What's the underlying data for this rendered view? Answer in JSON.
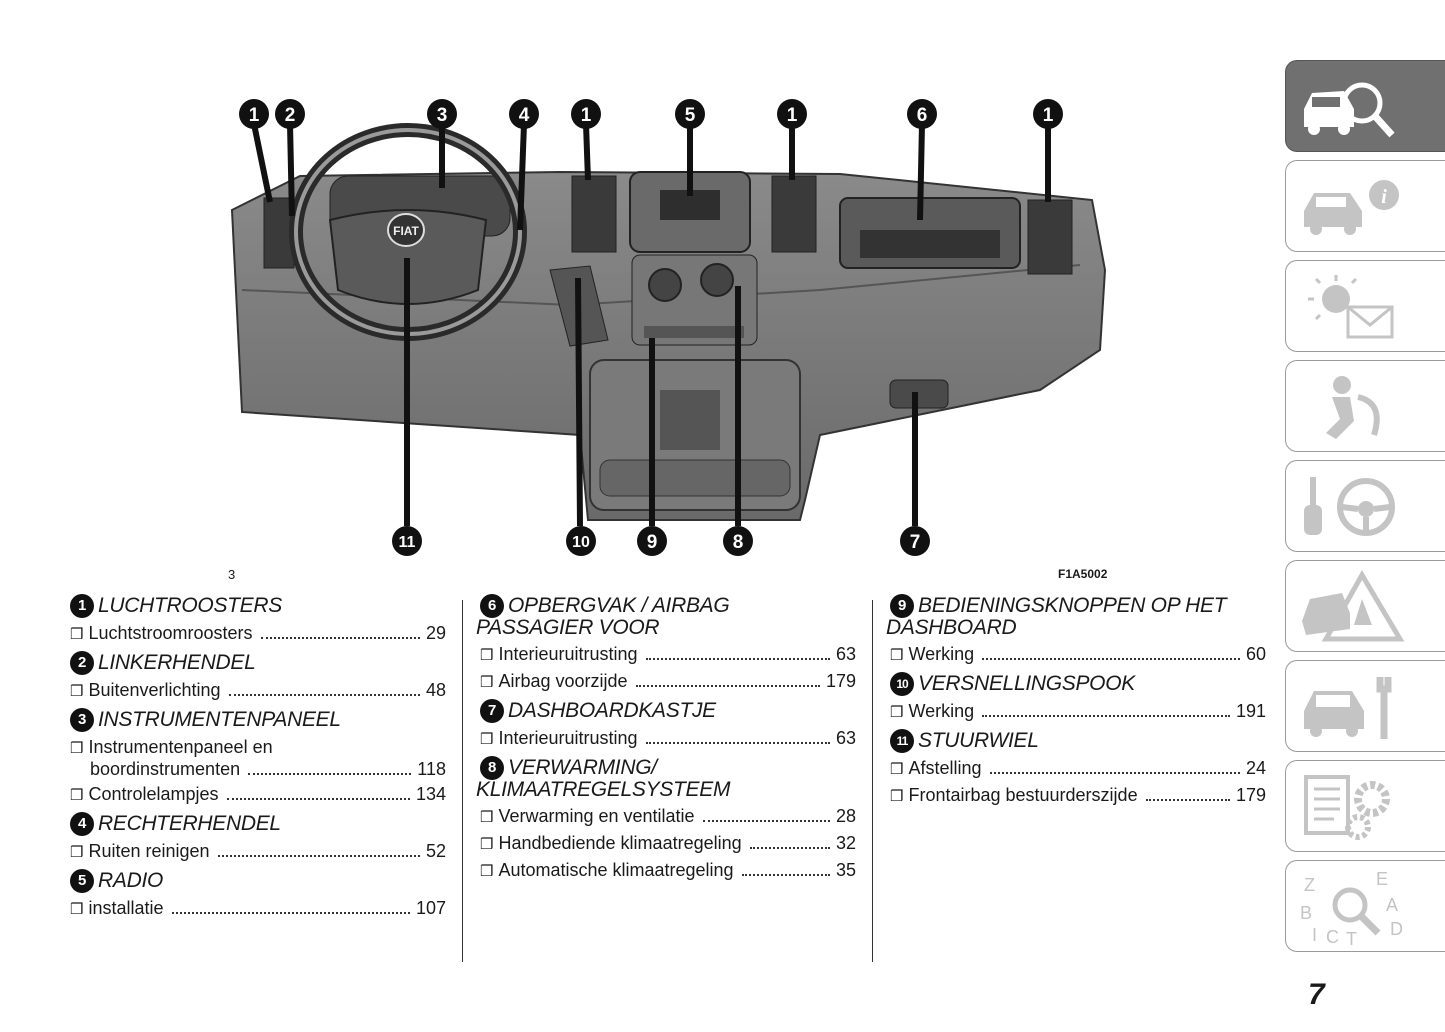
{
  "figure": {
    "code": "F1A5002",
    "side_label": "3",
    "callouts_top": [
      "1",
      "2",
      "3",
      "4",
      "1",
      "5",
      "1",
      "6",
      "1"
    ],
    "callouts_bottom": [
      "11",
      "10",
      "9",
      "8",
      "7"
    ],
    "badge_text": "FIAT"
  },
  "columns": [
    {
      "sections": [
        {
          "num": "1",
          "title": "LUCHTROOSTERS",
          "entries": [
            {
              "label": "Luchtstroomroosters",
              "page": "29"
            }
          ]
        },
        {
          "num": "2",
          "title": "LINKERHENDEL",
          "entries": [
            {
              "label": "Buitenverlichting",
              "page": "48"
            }
          ]
        },
        {
          "num": "3",
          "title": "INSTRUMENTENPANEEL",
          "entries": [
            {
              "label": "Instrumentenpaneel en",
              "label2": "boordinstrumenten",
              "page": "118"
            },
            {
              "label": "Controlelampjes",
              "page": "134"
            }
          ]
        },
        {
          "num": "4",
          "title": "RECHTERHENDEL",
          "entries": [
            {
              "label": "Ruiten reinigen",
              "page": "52"
            }
          ]
        },
        {
          "num": "5",
          "title": "RADIO",
          "entries": [
            {
              "label": "installatie",
              "page": "107"
            }
          ]
        }
      ]
    },
    {
      "sections": [
        {
          "num": "6",
          "title": "OPBERGVAK / AIRBAG PASSAGIER VOOR",
          "entries": [
            {
              "label": "Interieuruitrusting",
              "page": "63"
            },
            {
              "label": "Airbag voorzijde",
              "page": "179"
            }
          ]
        },
        {
          "num": "7",
          "title": "DASHBOARDKASTJE",
          "entries": [
            {
              "label": "Interieuruitrusting",
              "page": "63"
            }
          ]
        },
        {
          "num": "8",
          "title": "VERWARMING/ KLIMAATREGELSYSTEEM",
          "entries": [
            {
              "label": "Verwarming en ventilatie",
              "page": "28"
            },
            {
              "label": "Handbediende klimaatregeling",
              "page": "32"
            },
            {
              "label": "Automatische klimaatregeling",
              "page": "35"
            }
          ]
        }
      ]
    },
    {
      "sections": [
        {
          "num": "9",
          "title": "BEDIENINGSKNOPPEN OP HET DASHBOARD",
          "entries": [
            {
              "label": "Werking",
              "page": "60"
            }
          ]
        },
        {
          "num": "10",
          "title": "VERSNELLINGSPOOK",
          "entries": [
            {
              "label": "Werking",
              "page": "191"
            }
          ]
        },
        {
          "num": "11",
          "title": "STUURWIEL",
          "entries": [
            {
              "label": "Afstelling",
              "page": "24"
            },
            {
              "label": "Frontairbag bestuurderszijde",
              "page": "179"
            }
          ]
        }
      ]
    }
  ],
  "tabs": [
    {
      "icon": "car-search-icon",
      "active": true
    },
    {
      "icon": "car-info-icon",
      "active": false
    },
    {
      "icon": "warning-lights-message-icon",
      "active": false
    },
    {
      "icon": "airbag-person-icon",
      "active": false
    },
    {
      "icon": "key-steering-wheel-icon",
      "active": false
    },
    {
      "icon": "car-breakdown-warning-icon",
      "active": false
    },
    {
      "icon": "car-wrench-icon",
      "active": false
    },
    {
      "icon": "specifications-gear-icon",
      "active": false
    },
    {
      "icon": "alphabetical-index-icon",
      "active": false
    }
  ],
  "page_number": "7",
  "box_glyph": "❒"
}
